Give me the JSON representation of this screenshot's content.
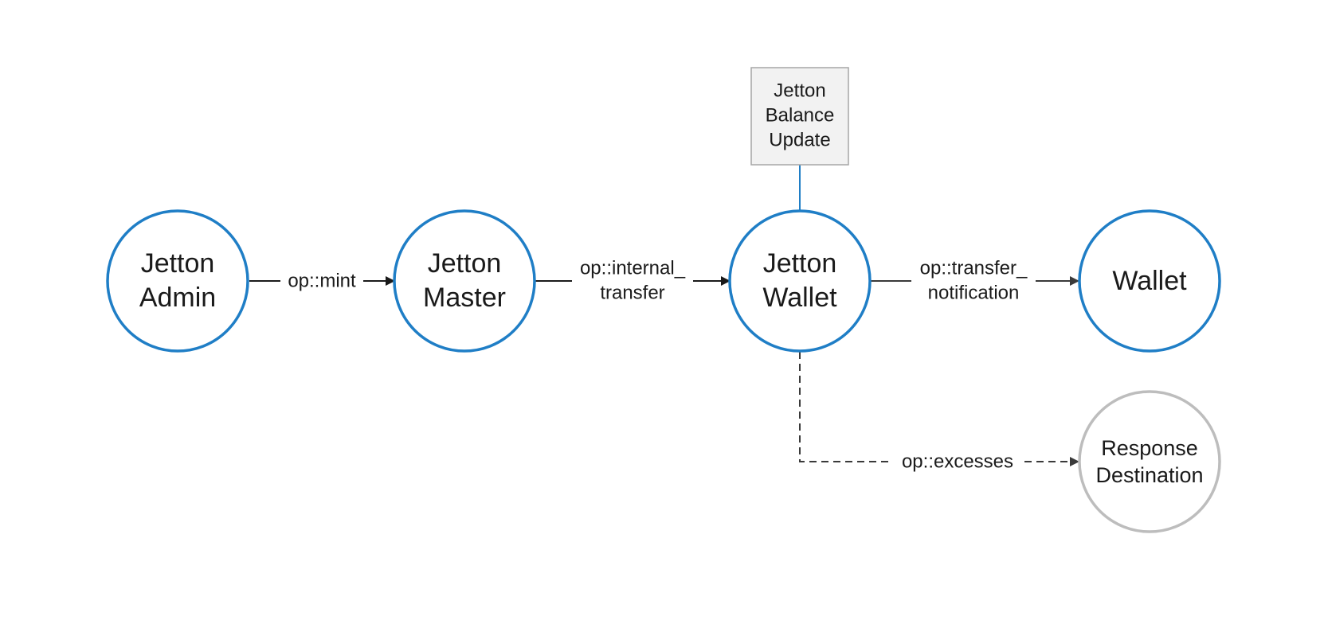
{
  "colors": {
    "primary_stroke": "#1f7ec6",
    "secondary_stroke": "#bdbdbd",
    "edge_solid": "#1a1a1a",
    "edge_dashed": "#3a3a3a",
    "note_fill": "#f2f2f2",
    "note_stroke": "#a6a6a6",
    "connector": "#1f7ec6"
  },
  "nodes": {
    "jetton_admin": {
      "line1": "Jetton",
      "line2": "Admin"
    },
    "jetton_master": {
      "line1": "Jetton",
      "line2": "Master"
    },
    "jetton_wallet": {
      "line1": "Jetton",
      "line2": "Wallet"
    },
    "wallet": {
      "line1": "Wallet"
    },
    "response_destination": {
      "line1": "Response",
      "line2": "Destination"
    }
  },
  "note": {
    "line1": "Jetton",
    "line2": "Balance",
    "line3": "Update"
  },
  "edges": {
    "mint": {
      "label": "op::mint",
      "style": "solid"
    },
    "internal_transfer": {
      "line1": "op::internal_",
      "line2": "transfer",
      "style": "solid"
    },
    "transfer_notification": {
      "line1": "op::transfer_",
      "line2": "notification",
      "style": "solid"
    },
    "excesses": {
      "label": "op::excesses",
      "style": "dashed"
    }
  }
}
